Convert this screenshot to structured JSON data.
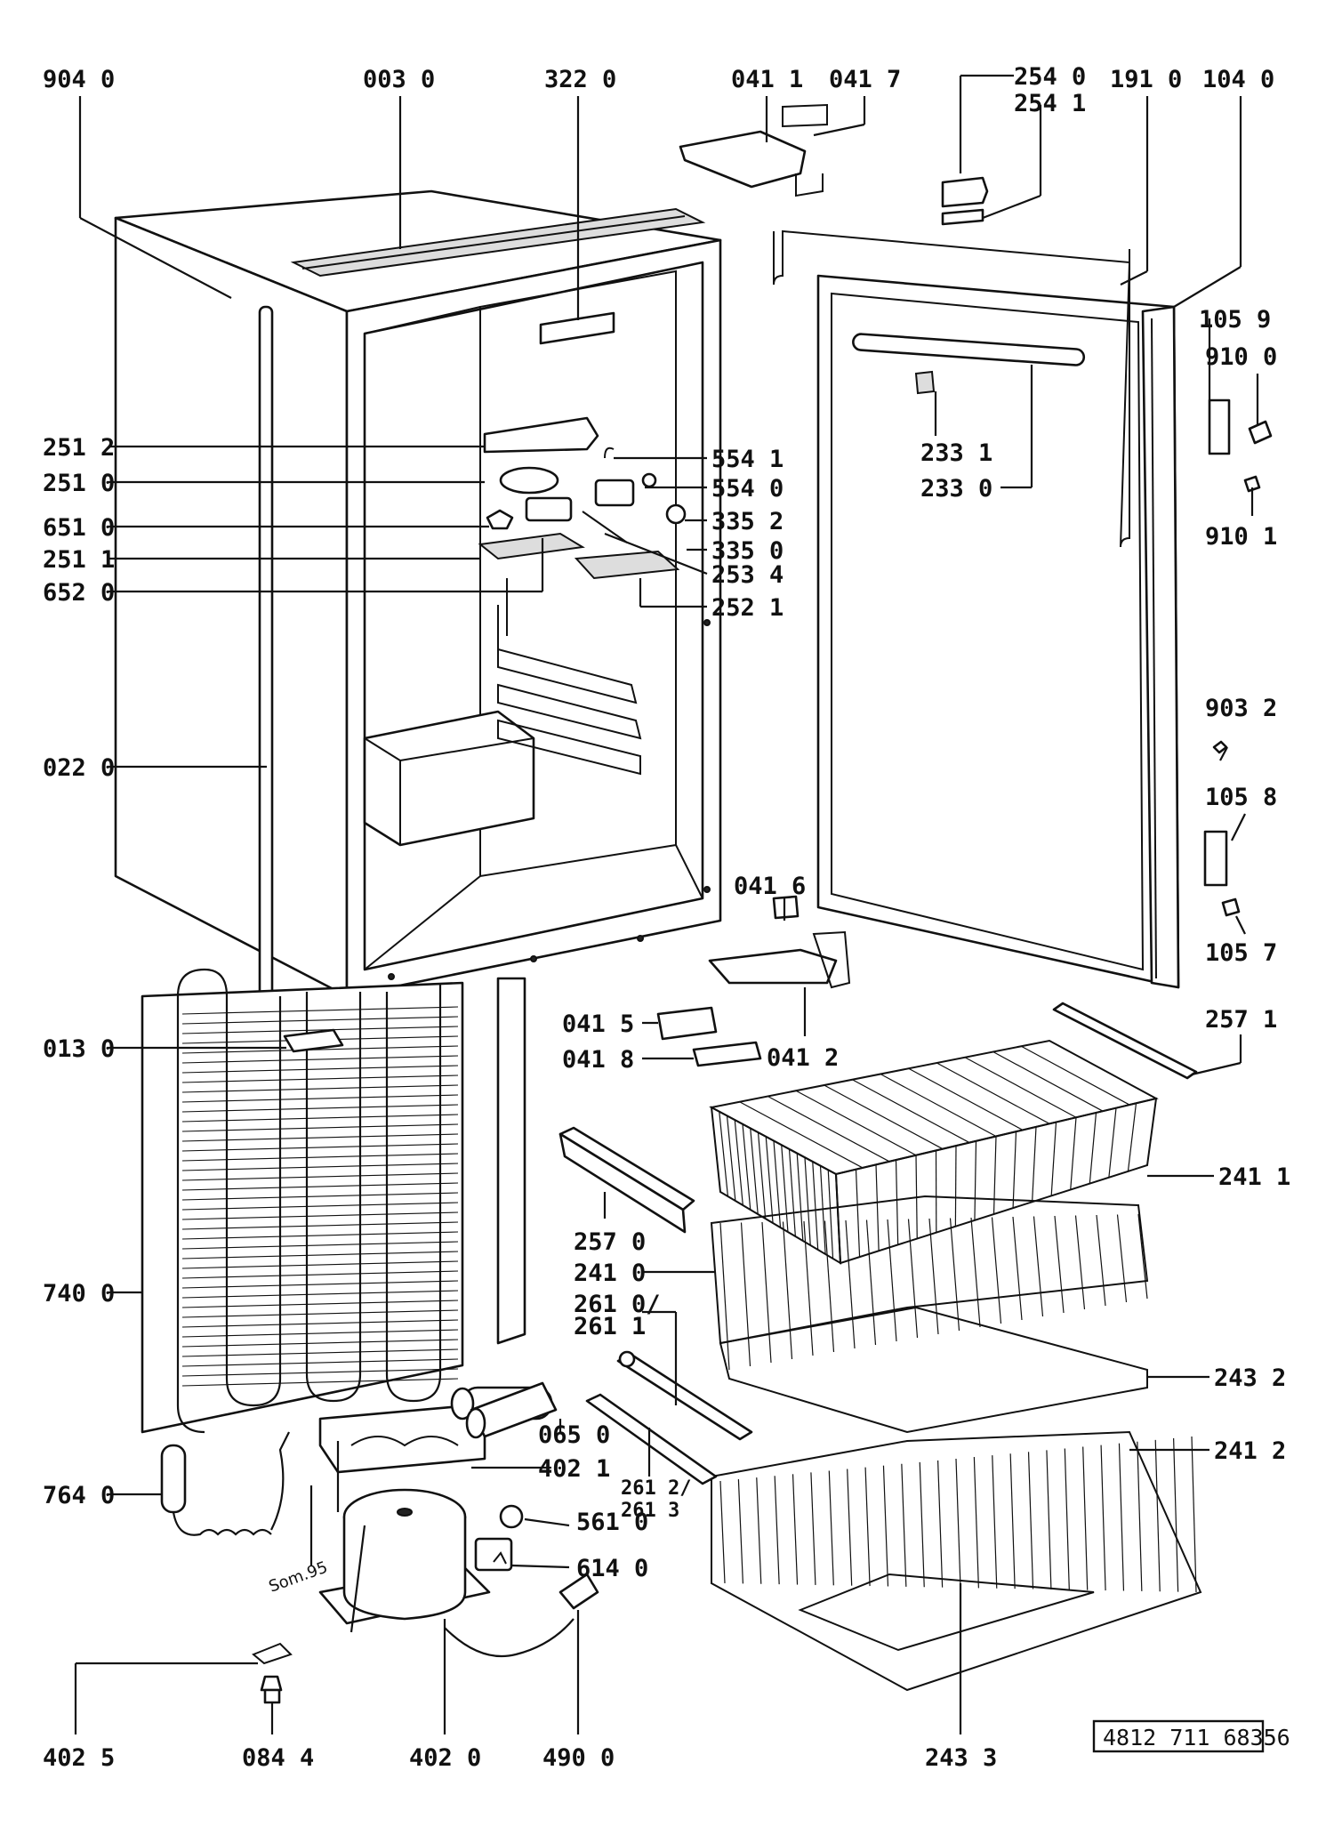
{
  "document_number": "4812 711 68356",
  "handwritten_note": "Som.95",
  "labels": [
    {
      "key": "l9040",
      "text": "904 0"
    },
    {
      "key": "l0030",
      "text": "003 0"
    },
    {
      "key": "l3220",
      "text": "322 0"
    },
    {
      "key": "l0411",
      "text": "041 1"
    },
    {
      "key": "l0417",
      "text": "041 7"
    },
    {
      "key": "l2540",
      "text": "254 0"
    },
    {
      "key": "l2541",
      "text": "254 1"
    },
    {
      "key": "l1910",
      "text": "191 0"
    },
    {
      "key": "l1040",
      "text": "104 0"
    },
    {
      "key": "l1059",
      "text": "105 9"
    },
    {
      "key": "l9100",
      "text": "910 0"
    },
    {
      "key": "l9101",
      "text": "910 1"
    },
    {
      "key": "l2512",
      "text": "251 2"
    },
    {
      "key": "l2510",
      "text": "251 0"
    },
    {
      "key": "l6510",
      "text": "651 0"
    },
    {
      "key": "l2511",
      "text": "251 1"
    },
    {
      "key": "l6520",
      "text": "652 0"
    },
    {
      "key": "l5541",
      "text": "554 1"
    },
    {
      "key": "l5540",
      "text": "554 0"
    },
    {
      "key": "l3352",
      "text": "335 2"
    },
    {
      "key": "l3350",
      "text": "335 0"
    },
    {
      "key": "l2534",
      "text": "253 4"
    },
    {
      "key": "l2521",
      "text": "252 1"
    },
    {
      "key": "l2331",
      "text": "233 1"
    },
    {
      "key": "l2330",
      "text": "233 0"
    },
    {
      "key": "l9032",
      "text": "903 2"
    },
    {
      "key": "l1058",
      "text": "105 8"
    },
    {
      "key": "l1057",
      "text": "105 7"
    },
    {
      "key": "l0220",
      "text": "022 0"
    },
    {
      "key": "l0416",
      "text": "041 6"
    },
    {
      "key": "l0415",
      "text": "041 5"
    },
    {
      "key": "l0418",
      "text": "041 8"
    },
    {
      "key": "l0412",
      "text": "041 2"
    },
    {
      "key": "l2571",
      "text": "257 1"
    },
    {
      "key": "l0130",
      "text": "013 0"
    },
    {
      "key": "l2411",
      "text": "241 1"
    },
    {
      "key": "l2570",
      "text": "257 0"
    },
    {
      "key": "l2410",
      "text": "241 0"
    },
    {
      "key": "l2610",
      "text": "261 0/"
    },
    {
      "key": "l2611",
      "text": "261 1"
    },
    {
      "key": "l7400",
      "text": "740 0"
    },
    {
      "key": "l2432",
      "text": "243 2"
    },
    {
      "key": "l0650",
      "text": "065 0"
    },
    {
      "key": "l2412",
      "text": "241 2"
    },
    {
      "key": "l4021",
      "text": "402 1"
    },
    {
      "key": "l2612",
      "text": "261 2/"
    },
    {
      "key": "l2613",
      "text": "261 3"
    },
    {
      "key": "l7640",
      "text": "764 0"
    },
    {
      "key": "l5610",
      "text": "561 0"
    },
    {
      "key": "l6140",
      "text": "614 0"
    },
    {
      "key": "l4025",
      "text": "402 5"
    },
    {
      "key": "l0844",
      "text": "084 4"
    },
    {
      "key": "l4020",
      "text": "402 0"
    },
    {
      "key": "l4900",
      "text": "490 0"
    },
    {
      "key": "l2433",
      "text": "243 3"
    }
  ]
}
